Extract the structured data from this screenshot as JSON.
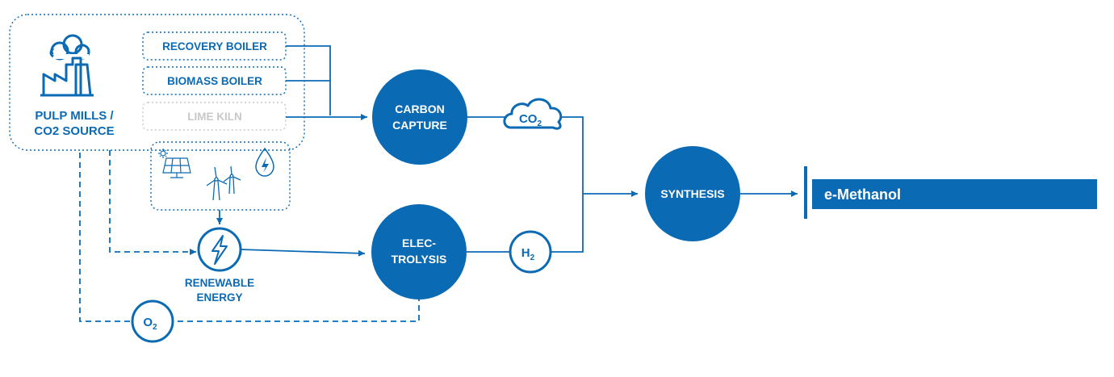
{
  "colors": {
    "primary": "#0b6ab4",
    "muted": "#c8c8c8",
    "output_bar": "#0b6ab4",
    "white": "#ffffff"
  },
  "source": {
    "title_line1": "PULP MILLS /",
    "title_line2": "CO2 SOURCE",
    "icon": "factory-icon"
  },
  "boilers": [
    {
      "label": "RECOVERY BOILER",
      "state": "active"
    },
    {
      "label": "BIOMASS BOILER",
      "state": "active"
    },
    {
      "label": "LIME KILN",
      "state": "inactive"
    }
  ],
  "renewables": {
    "icons": [
      "solar-panel-icon",
      "wind-turbine-icon",
      "hydro-drop-icon"
    ],
    "label_line1": "RENEWABLE",
    "label_line2": "ENERGY",
    "icon": "lightning-bolt-icon"
  },
  "processes": {
    "carbon_capture_line1": "CARBON",
    "carbon_capture_line2": "CAPTURE",
    "electrolysis_line1": "ELEC-",
    "electrolysis_line2": "TROLYSIS",
    "synthesis": "SYNTHESIS"
  },
  "gases": {
    "co2_main": "CO",
    "co2_sub": "2",
    "h2_main": "H",
    "h2_sub": "2",
    "o2_main": "O",
    "o2_sub": "2"
  },
  "output": {
    "label": "e-Methanol"
  }
}
